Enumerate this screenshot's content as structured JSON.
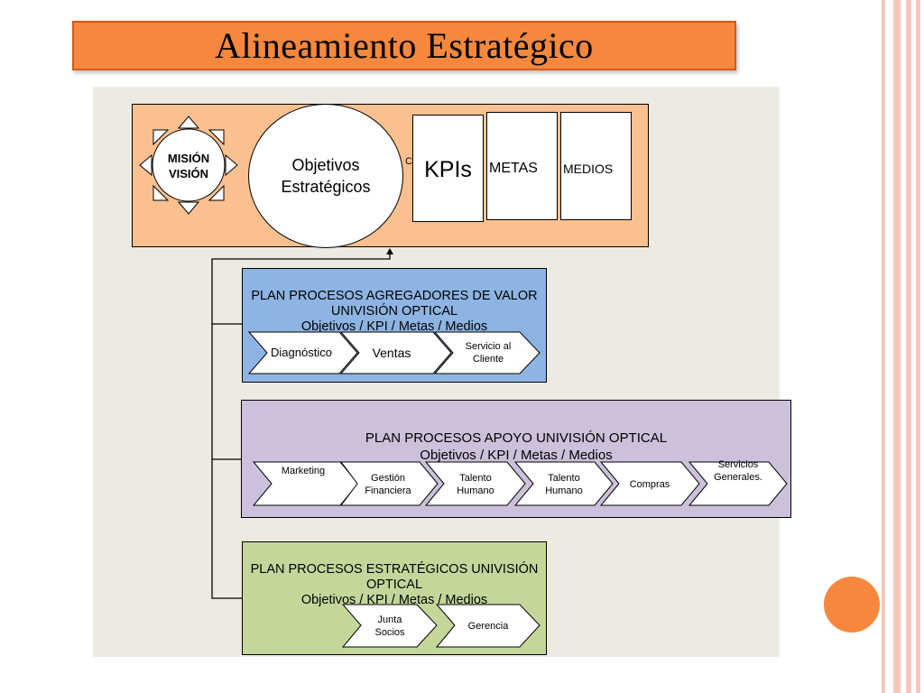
{
  "slide": {
    "title": "Alineamiento Estratégico",
    "colors": {
      "title_fill": "#f5883c",
      "top_panel": "#fac090",
      "value_panel": "#8db4e2",
      "support_panel": "#ccc0da",
      "strategic_panel": "#c4d79b",
      "accent_dot": "#f5883c",
      "stripes": "#f7c7bd"
    }
  },
  "strategy": {
    "mision": "MISIÓN",
    "vision": "VISIÓN",
    "objetivos_line1": "Objetivos",
    "objetivos_line2": "Estratégicos",
    "stray_c": "C",
    "kpis": "KPIs",
    "metas": "METAS",
    "medios": "MEDIOS"
  },
  "value_plan": {
    "line1": "PLAN PROCESOS AGREGADORES DE VALOR",
    "line2": "UNIVISIÓN OPTICAL",
    "line3": "Objetivos / KPI / Metas / Medios",
    "processes": [
      {
        "l1": "Diagnóstico",
        "l2": ""
      },
      {
        "l1": "Ventas",
        "l2": ""
      },
      {
        "l1": "Servicio al",
        "l2": "Cliente"
      }
    ]
  },
  "support_plan": {
    "line1": "PLAN PROCESOS APOYO UNIVISIÓN OPTICAL",
    "line2": "Objetivos / KPI / Metas / Medios",
    "processes": [
      {
        "l1": "Marketing",
        "l2": ""
      },
      {
        "l1": "Gestión",
        "l2": "Financiera"
      },
      {
        "l1": "Talento",
        "l2": "Humano"
      },
      {
        "l1": "Talento",
        "l2": "Humano"
      },
      {
        "l1": "Compras",
        "l2": ""
      },
      {
        "l1": "Servicios",
        "l2": "Generales."
      }
    ]
  },
  "strategic_plan": {
    "line1": "PLAN PROCESOS ESTRATÉGICOS UNIVISIÓN",
    "line2": "OPTICAL",
    "line3": "Objetivos / KPI / Metas / Medios",
    "processes": [
      {
        "l1": "Junta",
        "l2": "Socios"
      },
      {
        "l1": "Gerencia",
        "l2": ""
      }
    ]
  }
}
